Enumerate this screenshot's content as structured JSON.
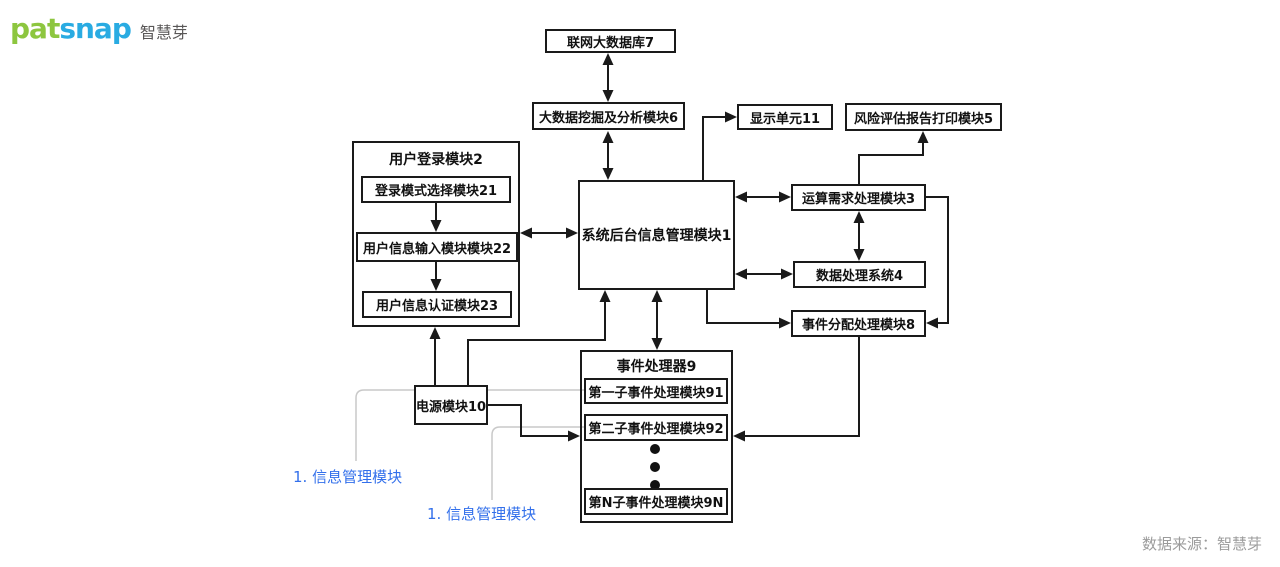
{
  "header": {
    "logo_pat": "pat",
    "logo_snap": "snap",
    "logo_suffix": "智慧芽"
  },
  "footer": {
    "source": "数据来源：智慧芽"
  },
  "colors": {
    "logo_green": "#8dc63f",
    "logo_blue": "#29abe2",
    "annotation_blue": "#3370eb",
    "annotation_line_gray": "#c9c9c9",
    "diagram_line_black": "#1a1a1a",
    "footer_gray": "#9b9b9b"
  },
  "diagram": {
    "boxes": {
      "b7": "联网大数据库7",
      "b6": "大数据挖掘及分析模块6",
      "b11": "显示单元11",
      "b5": "风险评估报告打印模块5",
      "b2_title": "用户登录模块2",
      "b21": "登录模式选择模块21",
      "b22": "用户信息输入模块模块22",
      "b23": "用户信息认证模块23",
      "b1": "系统后台信息管理模块1",
      "b3": "运算需求处理模块3",
      "b4": "数据处理系统4",
      "b8": "事件分配处理模块8",
      "b9_title": "事件处理器9",
      "b91": "第一子事件处理模块91",
      "b92": "第二子事件处理模块92",
      "b9n": "第N子事件处理模块9N",
      "b10": "电源模块10"
    },
    "annotations": [
      {
        "label": "1. 信息管理模块"
      },
      {
        "label": "1. 信息管理模块"
      }
    ]
  }
}
